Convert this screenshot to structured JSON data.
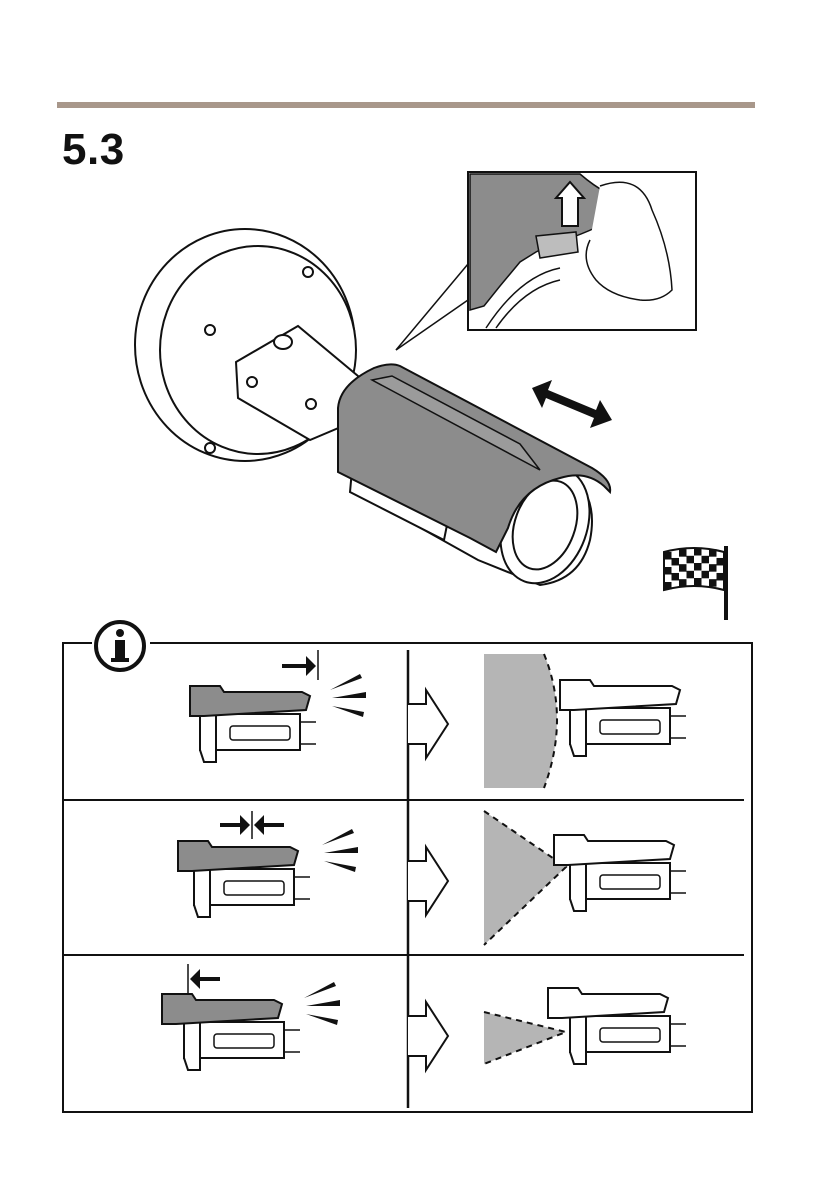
{
  "header": {
    "step_number": "5.3"
  },
  "colors": {
    "rule": "#a8978a",
    "shield": "#8c8c8c",
    "shield_dark": "#777777",
    "light_cone": "#b5b5b5",
    "ink": "#111111",
    "paper": "#ffffff"
  },
  "icons": {
    "main": "camera-mount-icon",
    "detail": "release-latch-icon",
    "finish": "checkered-flag-icon",
    "info": "info-icon"
  },
  "info_rows": [
    {
      "adjustment": "shield-forward",
      "effect": "full-view-unobstructed"
    },
    {
      "adjustment": "shield-neutral",
      "effect": "cone-view"
    },
    {
      "adjustment": "shield-back",
      "effect": "narrow-cone-view"
    }
  ]
}
